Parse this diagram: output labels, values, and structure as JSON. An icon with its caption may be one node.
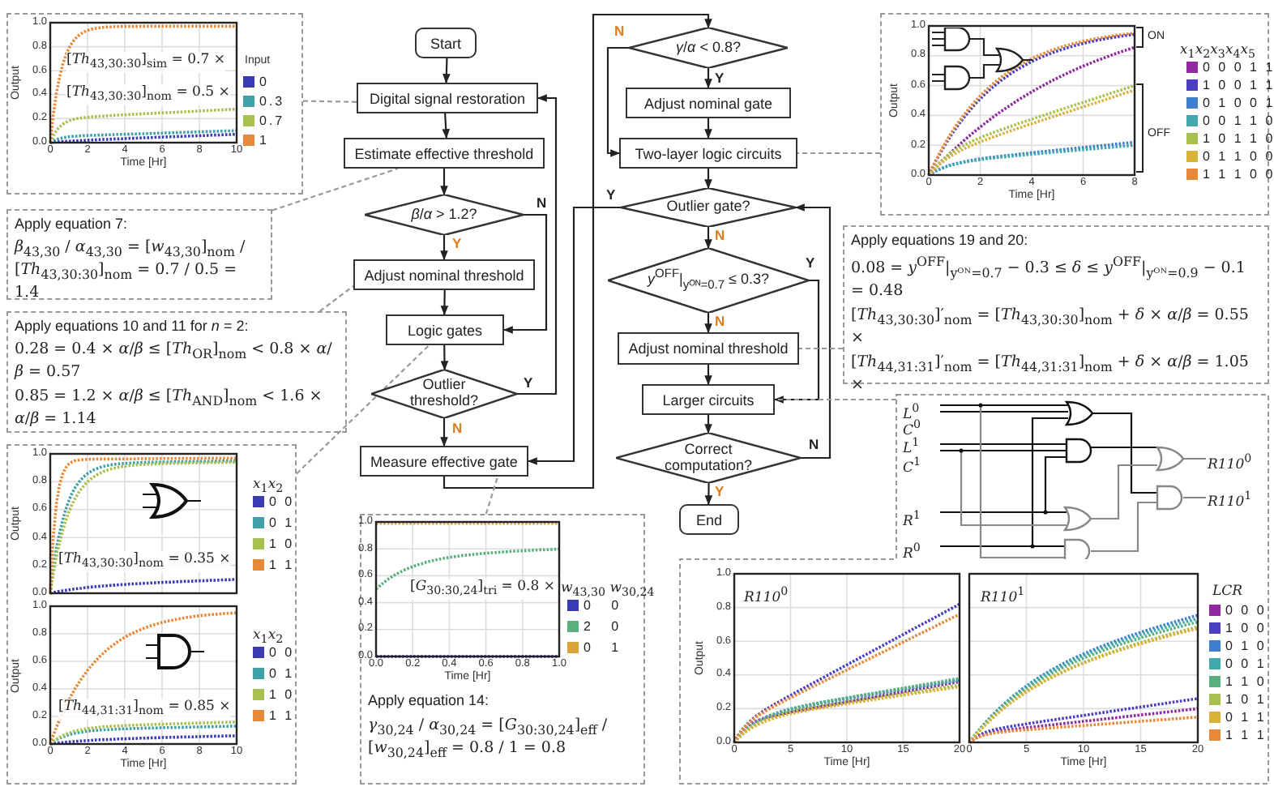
{
  "diagram": {
    "nodes": [
      {
        "text": [
          "Start"
        ]
      },
      {
        "text": [
          "Digital signal restoration"
        ]
      },
      {
        "text": [
          "Estimate effective threshold"
        ]
      },
      {
        "text": [
          "*β*/*α* > 1.2?"
        ]
      },
      {
        "text": [
          "Adjust nominal threshold"
        ]
      },
      {
        "text": [
          "Logic gates"
        ]
      },
      {
        "text": [
          "Outlier threshold?"
        ]
      },
      {
        "text": [
          "Measure effective gate"
        ]
      },
      {
        "text": [
          "*γ*/*α* < 0.8?"
        ]
      },
      {
        "text": [
          "Adjust nominal gate"
        ]
      },
      {
        "text": [
          "Two-layer logic circuits"
        ]
      },
      {
        "text": [
          "Outlier gate?"
        ]
      },
      {
        "text": [
          "*y*$^{OFF}$|$_{yᴼᴺ=0.7}$ ≤ 0.3?"
        ]
      },
      {
        "text": [
          "Adjust nominal threshold"
        ]
      },
      {
        "text": [
          "Larger circuits"
        ]
      },
      {
        "text": [
          "Correct computation?"
        ]
      },
      {
        "text": [
          "End"
        ]
      },
      {
        "text": [
          "[*Th*$_{43,30:30}$]$_{sim}$ = 0.7 ×",
          "[*Th*$_{43,30:30}$]$_{nom}$ = 0.5 ×"
        ]
      },
      {
        "text": [
          "Apply equation 7:",
          "*β*$_{43,30}$ / *α*$_{43,30}$ = [*w*$_{43,30}$]$_{nom}$ / [*Th*$_{43,30:30}$]$_{nom}$ = 0.7 / 0.5 = 1.4"
        ]
      },
      {
        "text": [
          "Apply equations 10 and 11 for *n* = 2:",
          "0.28 = 0.4 × *α*/*β* ≤ [*Th*$_{OR}$]$_{nom}$ < 0.8 × *α*/*β* = 0.57",
          "0.85 = 1.2 × *α*/*β* ≤ [*Th*$_{AND}$]$_{nom}$ < 1.6 × *α*/*β* = 1.14"
        ]
      },
      {
        "text": [
          "[*Th*$_{43,30:30}$]$_{nom}$ = 0.35 ×",
          "[*Th*$_{44,31:31}$]$_{nom}$ = 0.85 ×"
        ]
      },
      {
        "text": [
          "[*G*$_{30:30,24}$]$_{tri}$ = 0.8 ×",
          "Apply equation 14:",
          "*γ*$_{30,24}$ / *α*$_{30,24}$ = [*G*$_{30:30,24}$]$_{eff}$ / [*w*$_{30,24}$]$_{eff}$ = 0.8 / 1 = 0.8"
        ]
      },
      {
        "text": [],
        "shape": "box"
      },
      {
        "text": [
          "Apply equations 19 and 20:",
          "0.08 = *y*$^{OFF}$|$_{yᴼᴺ=0.7}$ − 0.3 ≤ *δ* ≤ *y*$^{OFF}$|$_{yᴼᴺ=0.9}$ − 0.1 = 0.48",
          "[*Th*$_{43,30:30}$]′$_{nom}$ = [*Th*$_{43,30:30}$]$_{nom}$ + *δ* × *α*/*β* = 0.55 ×",
          "[*Th*$_{44,31:31}$]′$_{nom}$ = [*Th*$_{44,31:31}$]$_{nom}$ + *δ* × *α*/*β* = 1.05 ×"
        ]
      },
      {
        "text": [],
        "shape": "box"
      }
    ],
    "edges": [
      {
        "from": 0,
        "to": 1,
        "arrow": "to"
      },
      {
        "from": 1,
        "to": 2,
        "arrow": "to"
      },
      {
        "from": 2,
        "to": 3,
        "arrow": "to"
      },
      {
        "from": 3,
        "to": 4,
        "arrow": "to",
        "label": "Y"
      },
      {
        "from": 3,
        "to": 5,
        "arrow": "to",
        "label": "N"
      },
      {
        "from": 4,
        "to": 5,
        "arrow": "to"
      },
      {
        "from": 5,
        "to": 6,
        "arrow": "to"
      },
      {
        "from": 6,
        "to": 1,
        "arrow": "to",
        "label": "Y"
      },
      {
        "from": 6,
        "to": 7,
        "arrow": "to",
        "label": "N"
      },
      {
        "from": 7,
        "to": 8,
        "arrow": "to"
      },
      {
        "from": 8,
        "to": 9,
        "arrow": "to",
        "label": "Y"
      },
      {
        "from": 8,
        "to": 10,
        "arrow": "to",
        "label": "N"
      },
      {
        "from": 9,
        "to": 10,
        "arrow": "to"
      },
      {
        "from": 10,
        "to": 11,
        "arrow": "to"
      },
      {
        "from": 11,
        "to": 7,
        "arrow": "to",
        "label": "Y"
      },
      {
        "from": 11,
        "to": 12,
        "arrow": "to",
        "label": "N"
      },
      {
        "from": 12,
        "to": 14,
        "arrow": "to",
        "label": "Y"
      },
      {
        "from": 12,
        "to": 13,
        "arrow": "to",
        "label": "N"
      },
      {
        "from": 13,
        "to": 14,
        "arrow": "to"
      },
      {
        "from": 14,
        "to": 15,
        "arrow": "to"
      },
      {
        "from": 15,
        "to": 11,
        "arrow": "to",
        "label": "N"
      },
      {
        "from": 15,
        "to": 16,
        "arrow": "to",
        "label": "Y"
      },
      {
        "from": 17,
        "to": 1,
        "arrow": "none",
        "style": "dashed",
        "color": "#999999"
      },
      {
        "from": 18,
        "to": 2,
        "arrow": "none",
        "style": "dashed",
        "color": "#999999"
      },
      {
        "from": 19,
        "to": 4,
        "arrow": "none",
        "style": "dashed",
        "color": "#999999"
      },
      {
        "from": 20,
        "to": 5,
        "arrow": "none",
        "style": "dashed",
        "color": "#999999"
      },
      {
        "from": 21,
        "to": 7,
        "arrow": "none",
        "style": "dashed",
        "color": "#999999"
      },
      {
        "from": 22,
        "to": 10,
        "arrow": "none",
        "style": "dashed",
        "color": "#999999"
      },
      {
        "from": 23,
        "to": 13,
        "arrow": "none",
        "style": "dashed",
        "color": "#999999"
      },
      {
        "from": 24,
        "to": 14,
        "arrow": "none",
        "style": "dashed",
        "color": "#999999"
      }
    ],
    "labels": [
      "0.0",
      "0.2",
      "0.4",
      "0.6",
      "0.8",
      "1.0",
      "0",
      "2",
      "4",
      "6",
      "8",
      "10",
      "Time [Hr]",
      "Output",
      "Input",
      "0.0",
      "0.2",
      "0.4",
      "0.6",
      "0.8",
      "1.0",
      "Output",
      "*x*$_{1}$*x*$_{2}$",
      "0.0",
      "0.2",
      "0.4",
      "0.6",
      "0.8",
      "1.0",
      "0",
      "2",
      "4",
      "6",
      "8",
      "10",
      "Time [Hr]",
      "Output",
      "*x*$_{1}$*x*$_{2}$",
      "0.0",
      "0.2",
      "0.4",
      "0.6",
      "0.8",
      "1.0",
      "0.0",
      "0.2",
      "0.4",
      "0.6",
      "0.8",
      "1.0",
      "Time [Hr]",
      "*w*$_{43,30}$ *w*$_{30,24}$",
      "0.0",
      "0.2",
      "0.4",
      "0.6",
      "0.8",
      "1.0",
      "0",
      "2",
      "4",
      "6",
      "8",
      "Time [Hr]",
      "Output",
      "ON",
      "OFF",
      "*x*$_{1}$*x*$_{2}$*x*$_{3}$*x*$_{4}$*x*$_{5}$",
      "*L*$^{0}$",
      "*C*$^{0}$",
      "*L*$^{1}$",
      "*C*$^{1}$",
      "*R*$^{1}$",
      "*R*$^{0}$",
      "*R110*$^{0}$",
      "*R110*$^{1}$",
      "0.0",
      "0.2",
      "0.4",
      "0.6",
      "0.8",
      "1.0",
      "0",
      "5",
      "10",
      "15",
      "20",
      "Time [Hr]",
      "Output",
      "*R110*$^{0}$",
      "0",
      "5",
      "10",
      "15",
      "20",
      "Time [Hr]",
      "*R110*$^{1}$",
      "*LCR*"
    ],
    "legend": [
      {
        "text": "0",
        "color": "#3b3bb3"
      },
      {
        "text": "0.3",
        "color": "#3fa0a8"
      },
      {
        "text": "0.7",
        "color": "#a8c050"
      },
      {
        "text": "1",
        "color": "#e58a3a"
      },
      {
        "text": "0 0",
        "color": "#3b3bb3"
      },
      {
        "text": "0 1",
        "color": "#3fa0a8"
      },
      {
        "text": "1 0",
        "color": "#a8c050"
      },
      {
        "text": "1 1",
        "color": "#e58a3a"
      },
      {
        "text": "0 0",
        "color": "#3b3bb3"
      },
      {
        "text": "0 1",
        "color": "#3fa0a8"
      },
      {
        "text": "1 0",
        "color": "#a8c050"
      },
      {
        "text": "1 1",
        "color": "#e58a3a"
      },
      {
        "text": "0   0",
        "color": "#3b3bb3"
      },
      {
        "text": "2   0",
        "color": "#5aaf7f"
      },
      {
        "text": "0   1",
        "color": "#d9a43a"
      },
      {
        "text": "0 0 0 1 1",
        "color": "#8e2a9e"
      },
      {
        "text": "1 0 0 1 1",
        "color": "#4a3fc0"
      },
      {
        "text": "0 1 0 0 1",
        "color": "#3f7fd0"
      },
      {
        "text": "0 0 1 1 0",
        "color": "#42a8b0"
      },
      {
        "text": "1 0 1 1 0",
        "color": "#a8c050"
      },
      {
        "text": "0 1 1 0 0",
        "color": "#d9b23a"
      },
      {
        "text": "1 1 1 0 0",
        "color": "#e58a3a"
      },
      {
        "text": "0 0 0",
        "color": "#8e2a9e"
      },
      {
        "text": "1 0 0",
        "color": "#4a3fc0"
      },
      {
        "text": "0 1 0",
        "color": "#3f7fd0"
      },
      {
        "text": "0 0 1",
        "color": "#42a8b0"
      },
      {
        "text": "1 1 0",
        "color": "#5aaf7f"
      },
      {
        "text": "1 0 1",
        "color": "#a8c050"
      },
      {
        "text": "0 1 1",
        "color": "#d9b23a"
      },
      {
        "text": "1 1 1",
        "color": "#e58a3a"
      }
    ]
  }
}
